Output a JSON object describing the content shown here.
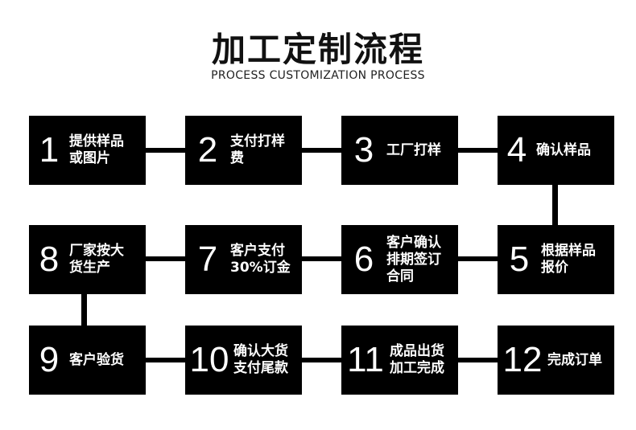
{
  "title": "加工定制流程",
  "subtitle": "PROCESS CUSTOMIZATION PROCESS",
  "steps": [
    {
      "num": "1",
      "label": "提供样品\n或图片"
    },
    {
      "num": "2",
      "label": "支付打样\n费"
    },
    {
      "num": "3",
      "label": "工厂打样"
    },
    {
      "num": "4",
      "label": "确认样品"
    },
    {
      "num": "5",
      "label": "根据样品\n报价"
    },
    {
      "num": "6",
      "label": "客户确认\n排期签订\n合同"
    },
    {
      "num": "7",
      "label": "客户支付\n30%订金"
    },
    {
      "num": "8",
      "label": "厂家按大\n货生产"
    },
    {
      "num": "9",
      "label": "客户验货"
    },
    {
      "num": "10",
      "label": "确认大货\n支付尾款"
    },
    {
      "num": "11",
      "label": "成品出货\n加工完成"
    },
    {
      "num": "12",
      "label": "完成订单"
    }
  ]
}
